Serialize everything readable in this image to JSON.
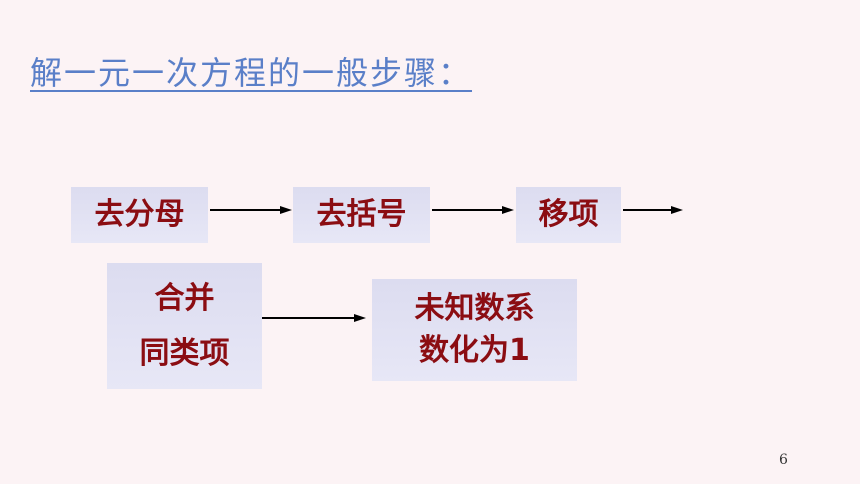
{
  "slide": {
    "title": "解一元一次方程的一般步骤：",
    "page_number": "6"
  },
  "steps": [
    {
      "lines": [
        "去分母"
      ]
    },
    {
      "lines": [
        "去括号"
      ]
    },
    {
      "lines": [
        "移项"
      ]
    },
    {
      "lines": [
        "合并",
        "同类项"
      ]
    },
    {
      "lines": [
        "未知数系",
        "数化为1"
      ]
    }
  ],
  "colors": {
    "background": "#fcf3f5",
    "title": "#5a7fc8",
    "box_fill": "#dcdcf0",
    "box_text": "#8b0d12",
    "arrow": "#000000"
  }
}
